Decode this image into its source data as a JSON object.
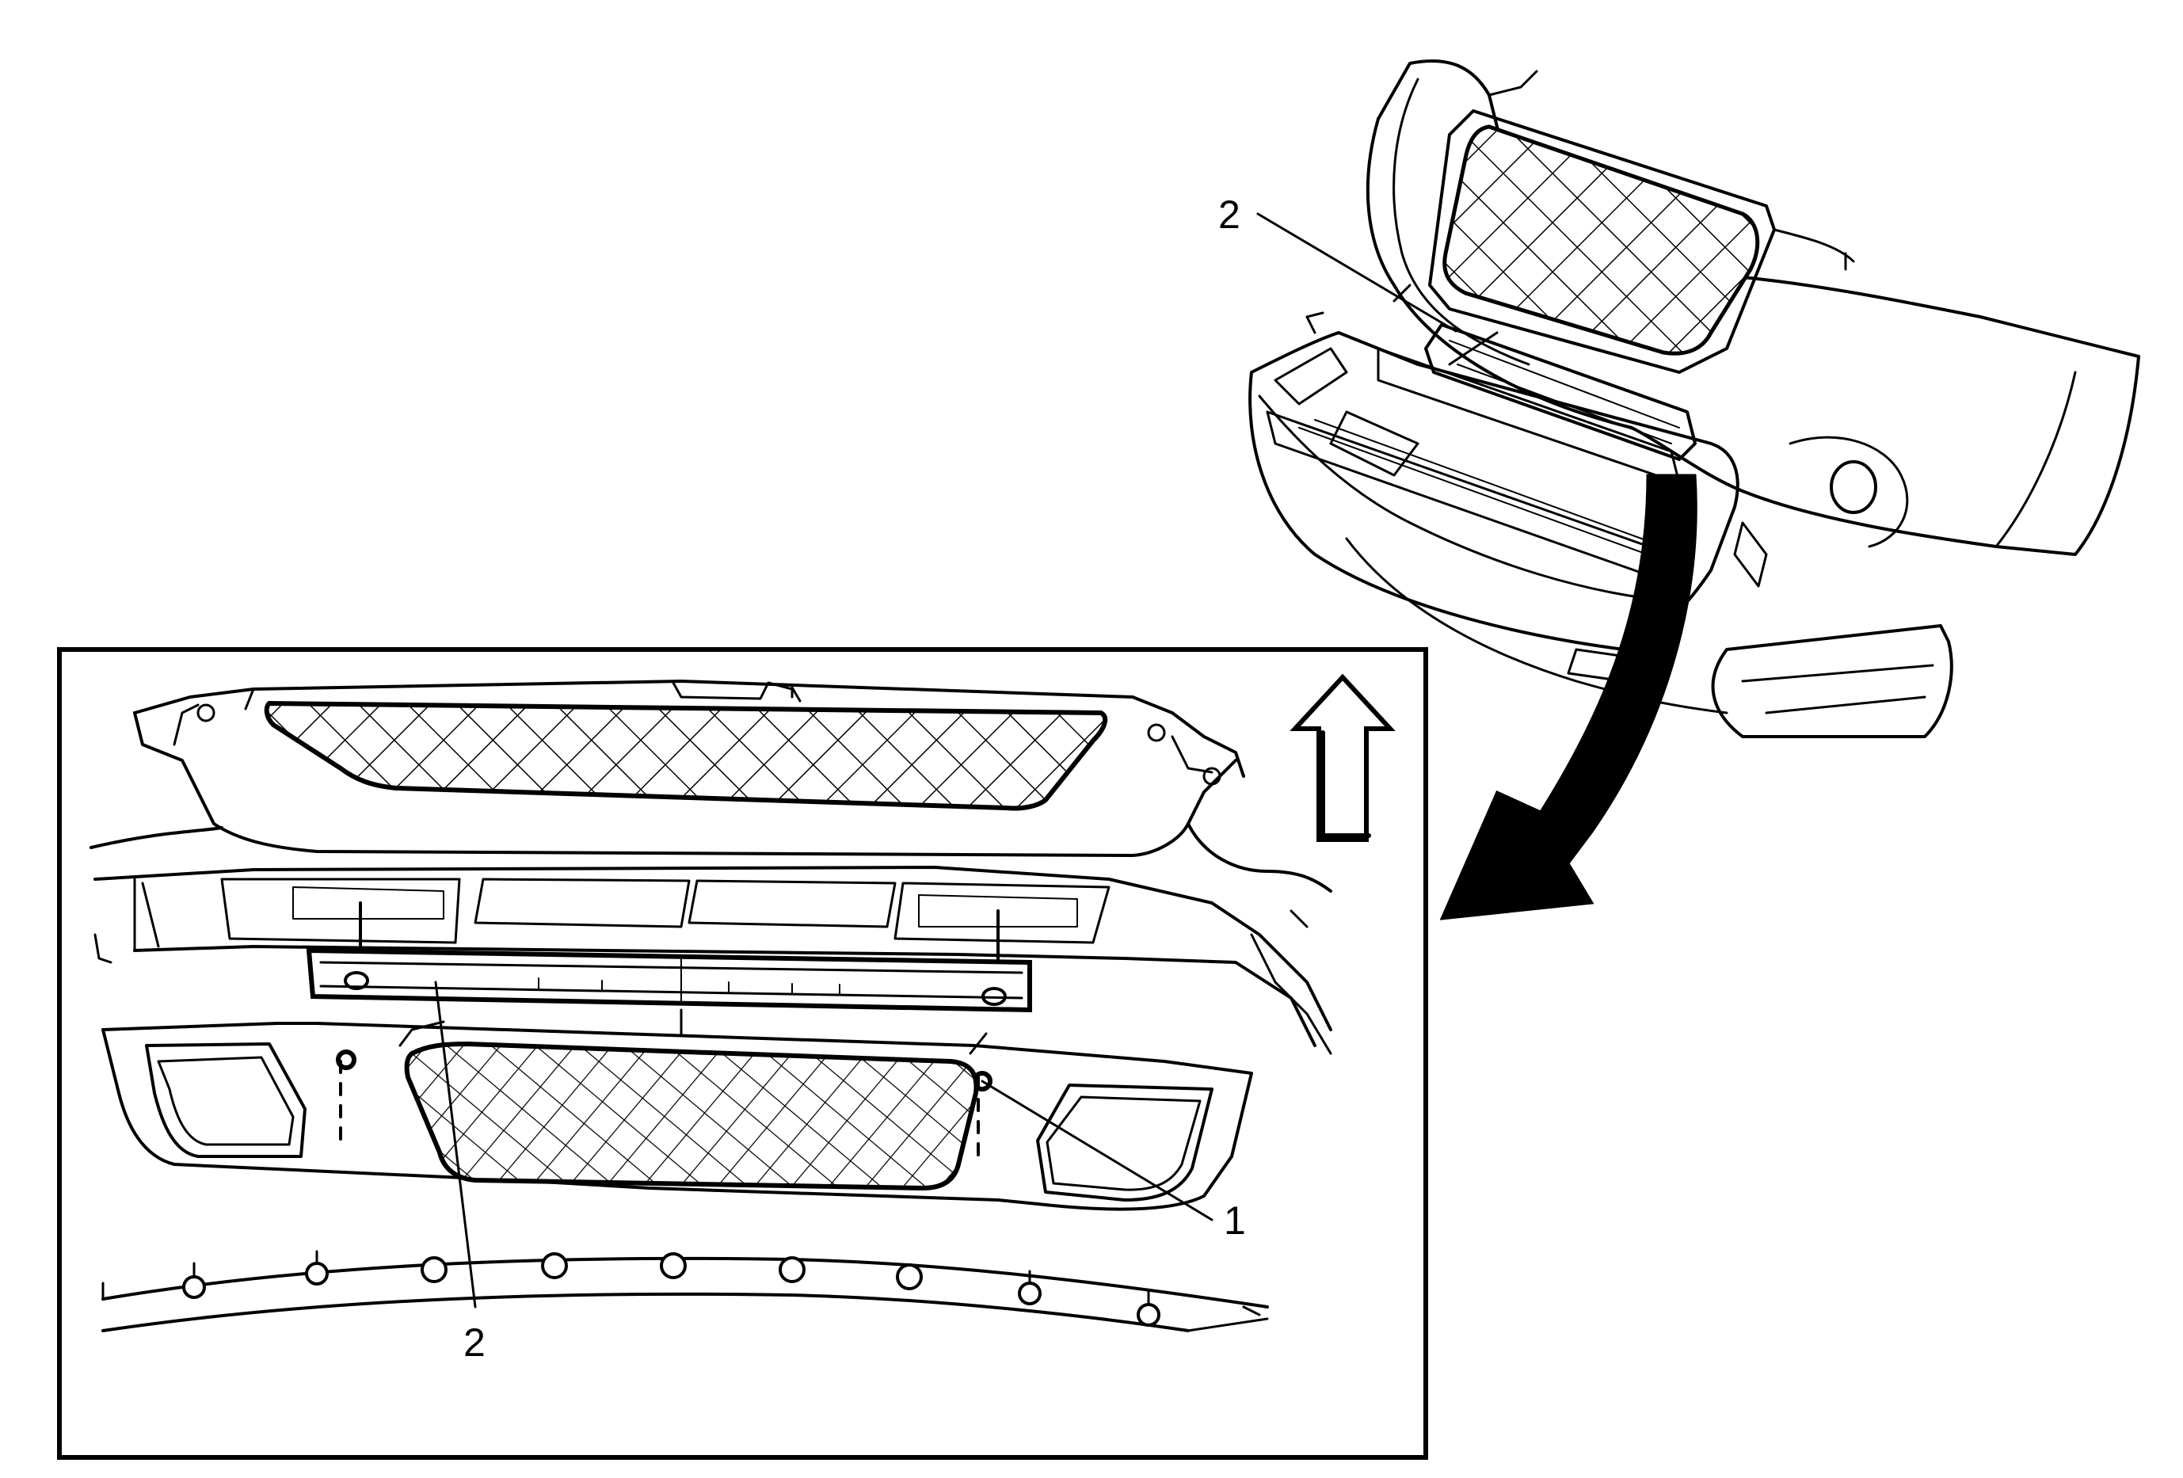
{
  "callouts": {
    "top_2": "2",
    "detail_1": "1",
    "detail_2": "2"
  },
  "icons": {
    "direction_arrow": "up-arrow-icon",
    "transition_arrow": "curved-arrow-icon"
  }
}
